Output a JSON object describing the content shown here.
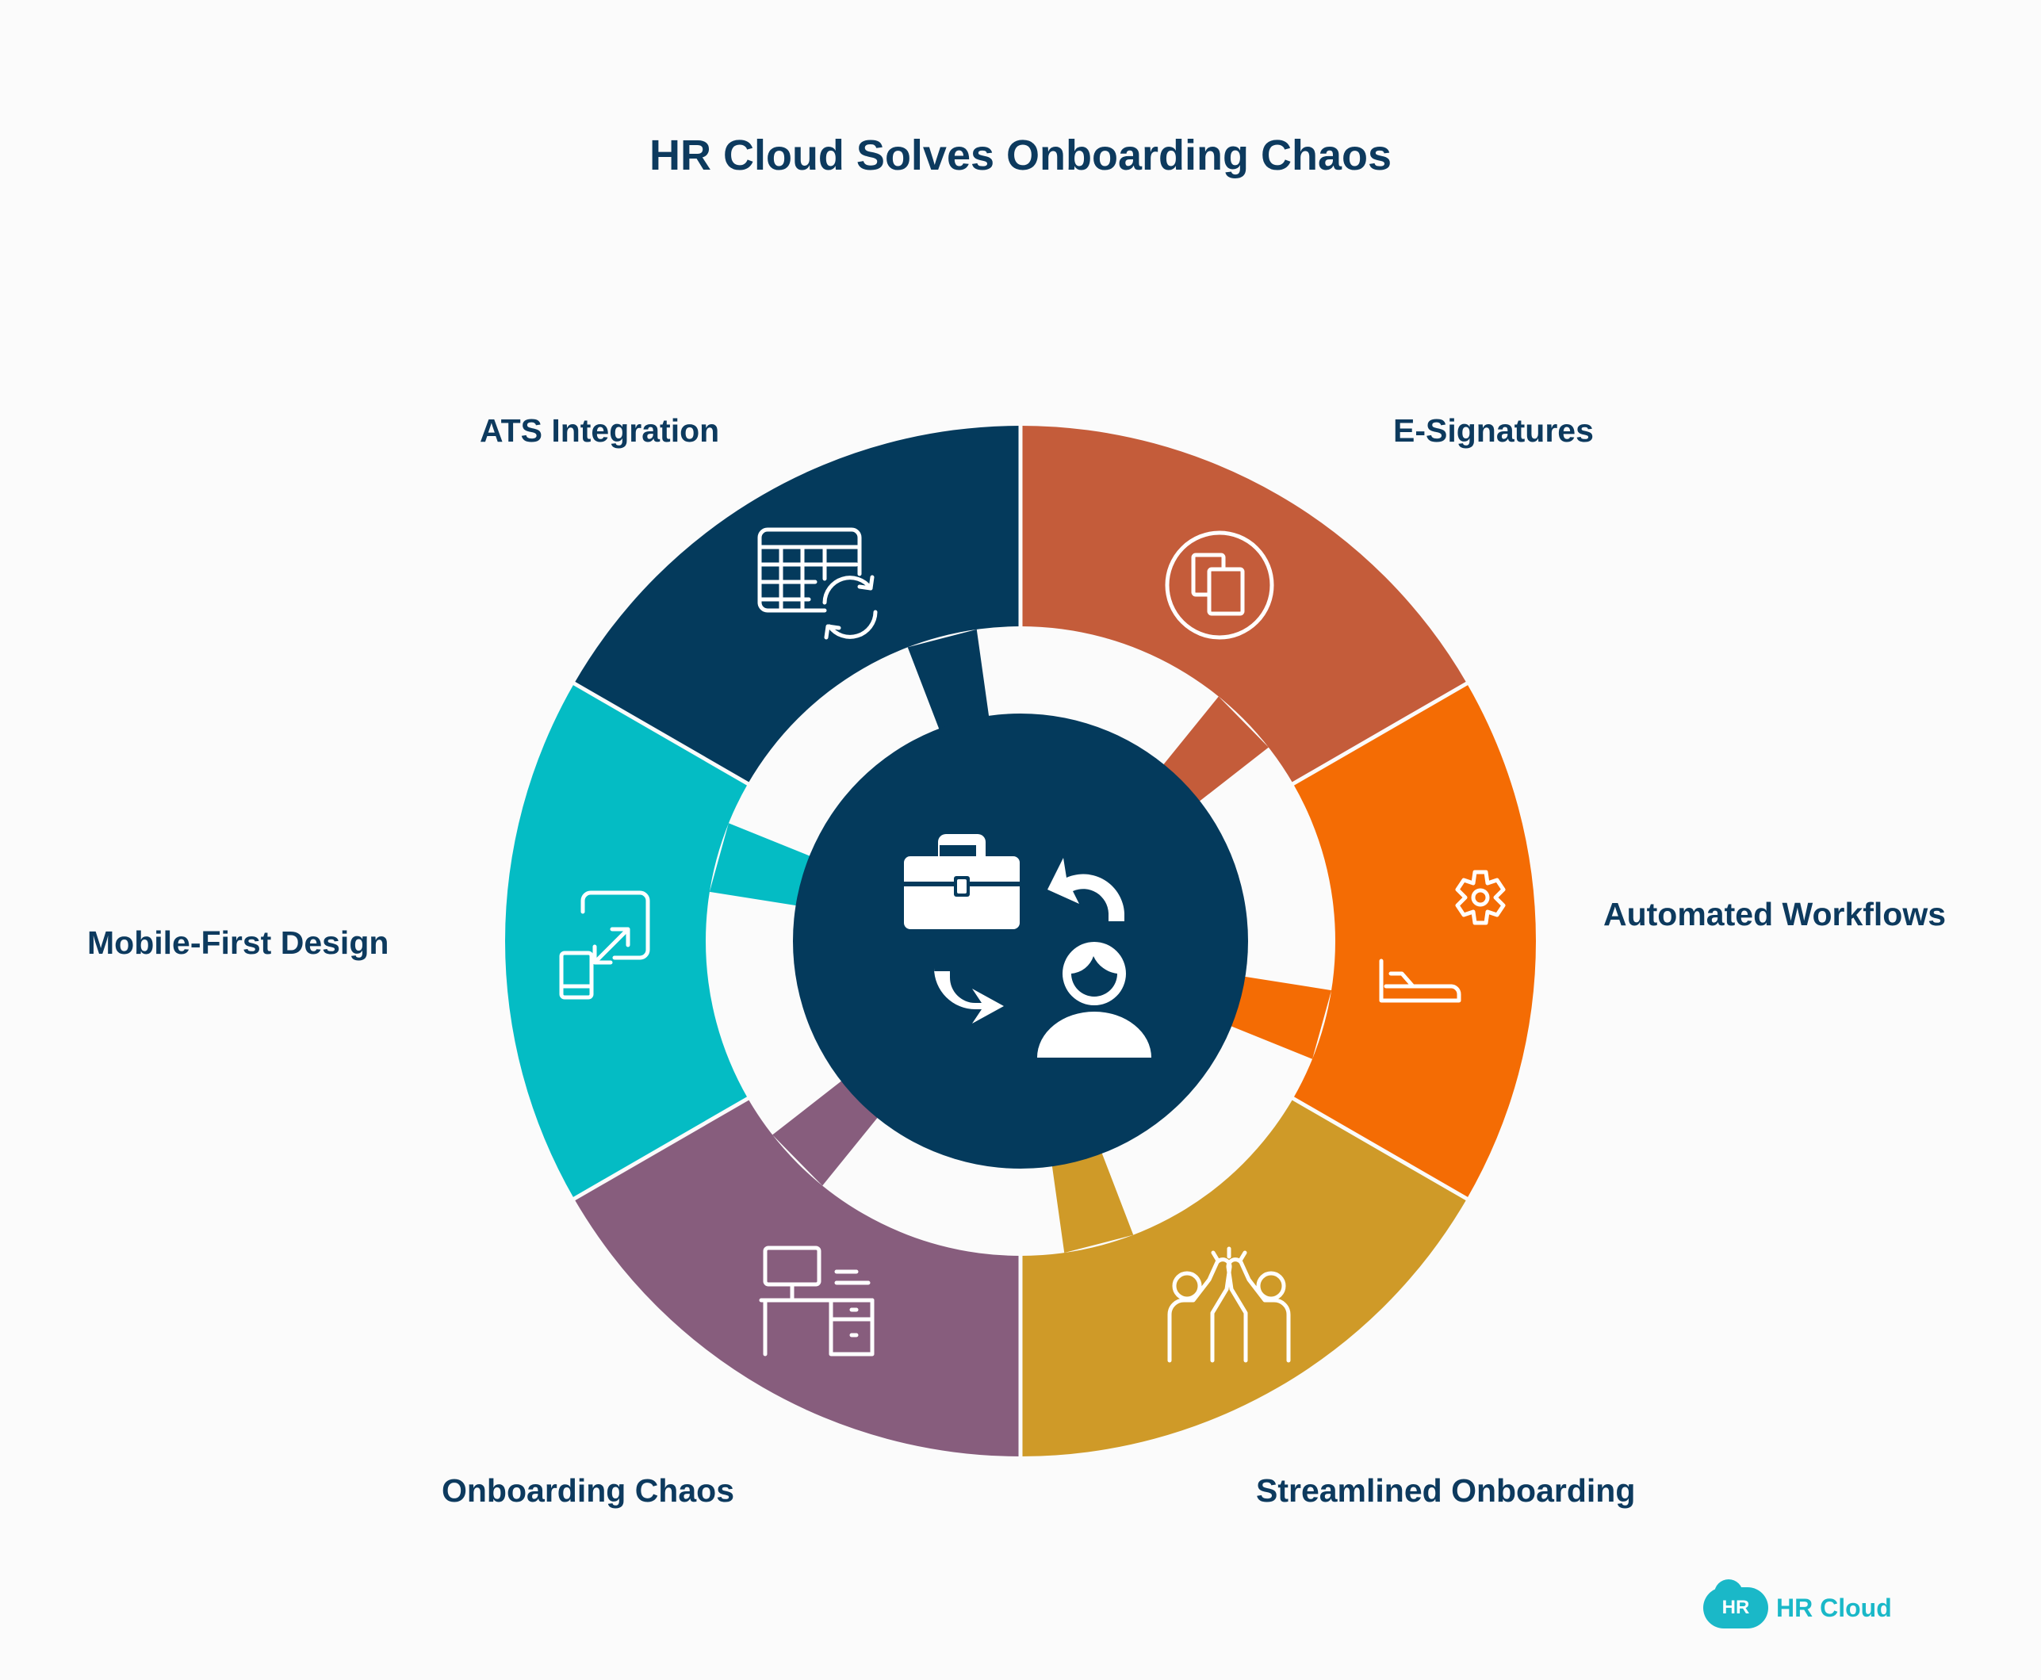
{
  "title": "HR Cloud Solves Onboarding Chaos",
  "segments": [
    {
      "label": "ATS Integration",
      "color": "#043a5c",
      "icon": "spreadsheet-sync-icon"
    },
    {
      "label": "E-Signatures",
      "color": "#c45c3a",
      "icon": "documents-circle-icon"
    },
    {
      "label": "Automated Workflows",
      "color": "#f46c04",
      "icon": "gear-conveyor-icon"
    },
    {
      "label": "Streamlined Onboarding",
      "color": "#cf9a28",
      "icon": "high-five-icon"
    },
    {
      "label": "Onboarding Chaos",
      "color": "#875d7d",
      "icon": "desk-computer-icon"
    },
    {
      "label": "Mobile-First Design",
      "color": "#04bcc4",
      "icon": "resize-device-icon"
    }
  ],
  "center": {
    "color": "#043a5c",
    "icon": "briefcase-person-cycle-icon"
  },
  "brand": {
    "badge": "HR",
    "name": "HR Cloud"
  }
}
